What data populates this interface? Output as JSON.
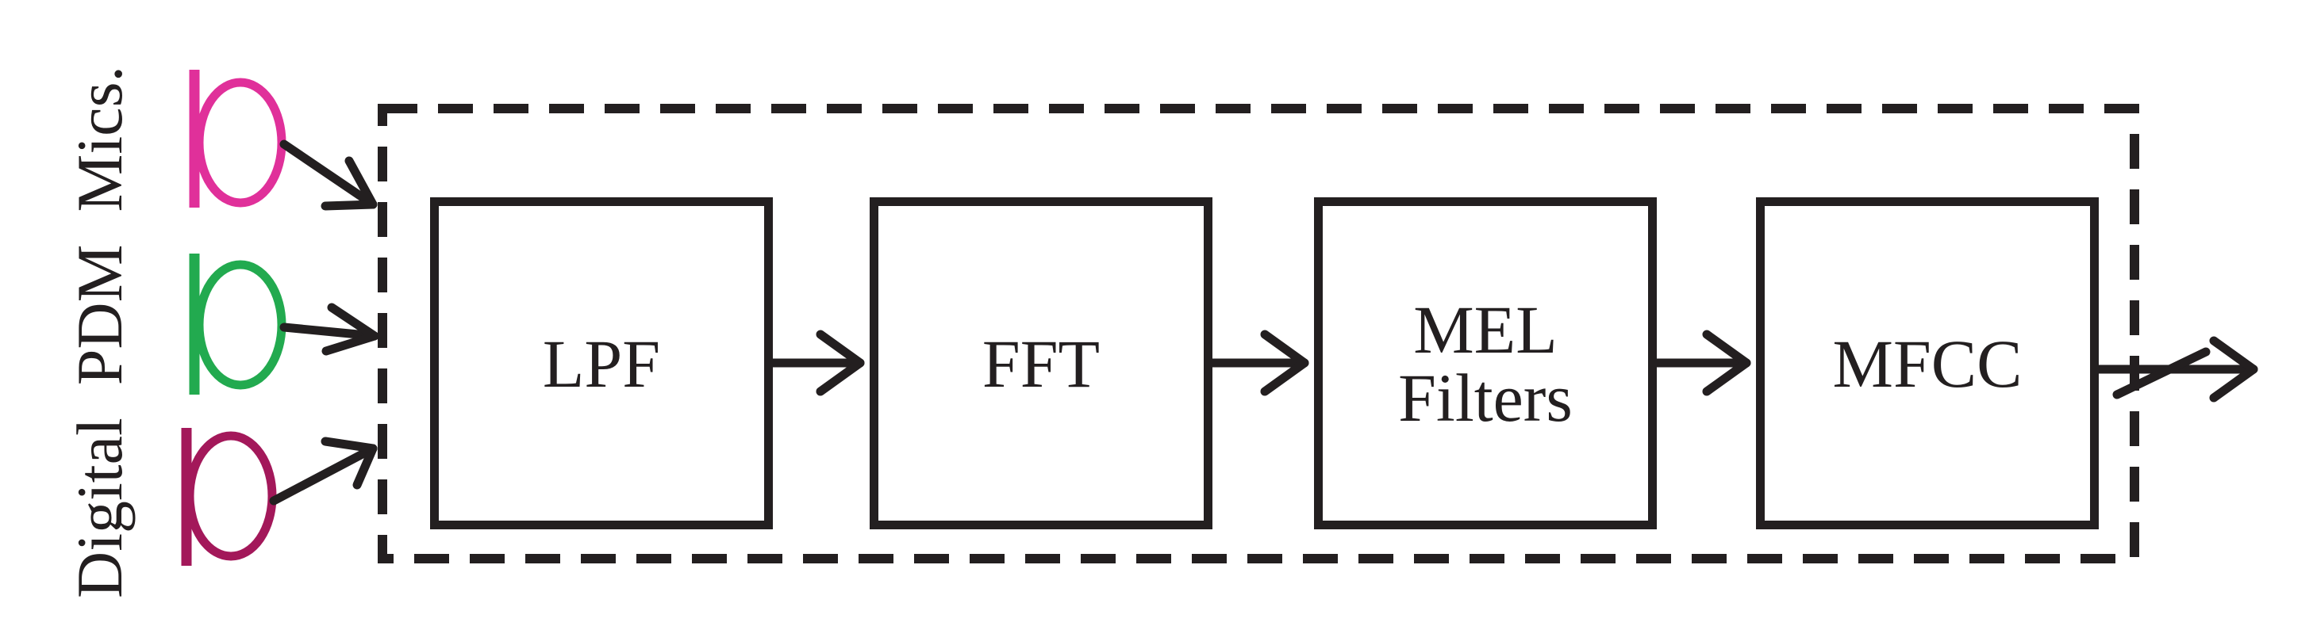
{
  "side_label": "Digital PDM Mics.",
  "blocks": {
    "lpf": "LPF",
    "fft": "FFT",
    "mel_line1": "MEL",
    "mel_line2": "Filters",
    "mfcc": "MFCC"
  },
  "colors": {
    "stroke": "#231f20",
    "mic_top": "#e0309a",
    "mic_middle": "#22aa4f",
    "mic_bottom": "#a3185a"
  }
}
